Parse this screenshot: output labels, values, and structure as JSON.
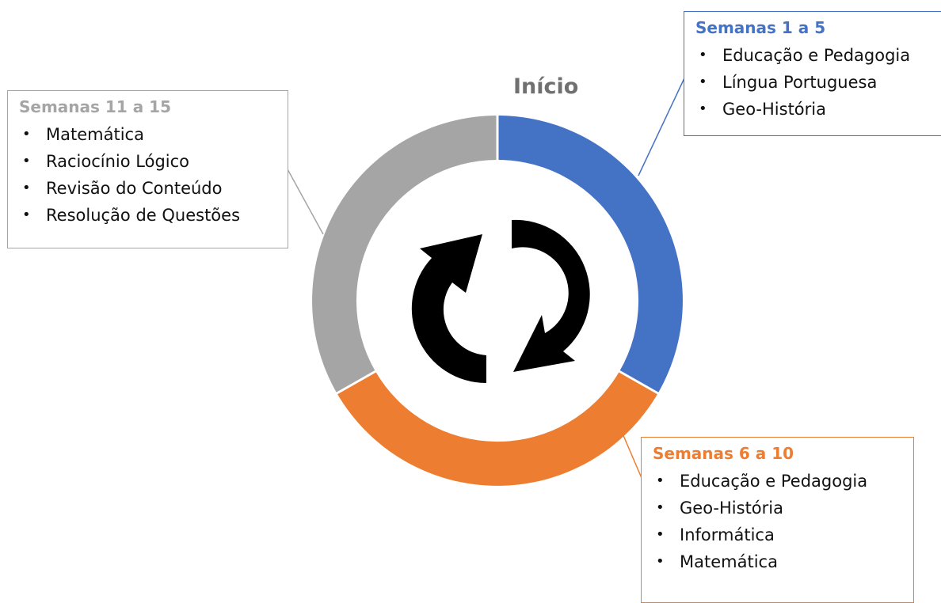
{
  "diagram": {
    "start_label": "Início",
    "phases": [
      {
        "id": "weeks-1-5",
        "title": "Semanas 1 a 5",
        "color": "#4472C4",
        "items": [
          "Educação e Pedagogia",
          "Língua Portuguesa",
          "Geo-História"
        ]
      },
      {
        "id": "weeks-6-10",
        "title": "Semanas 6 a 10",
        "color": "#ED7D31",
        "items": [
          "Educação e Pedagogia",
          "Geo-História",
          "Informática",
          "Matemática"
        ]
      },
      {
        "id": "weeks-11-15",
        "title": "Semanas 11 a 15",
        "color": "#A5A5A5",
        "items": [
          "Matemática",
          "Raciocínio Lógico",
          "Revisão do Conteúdo",
          "Resolução de Questões"
        ]
      }
    ],
    "center_icon": "cycle-arrows-icon"
  }
}
